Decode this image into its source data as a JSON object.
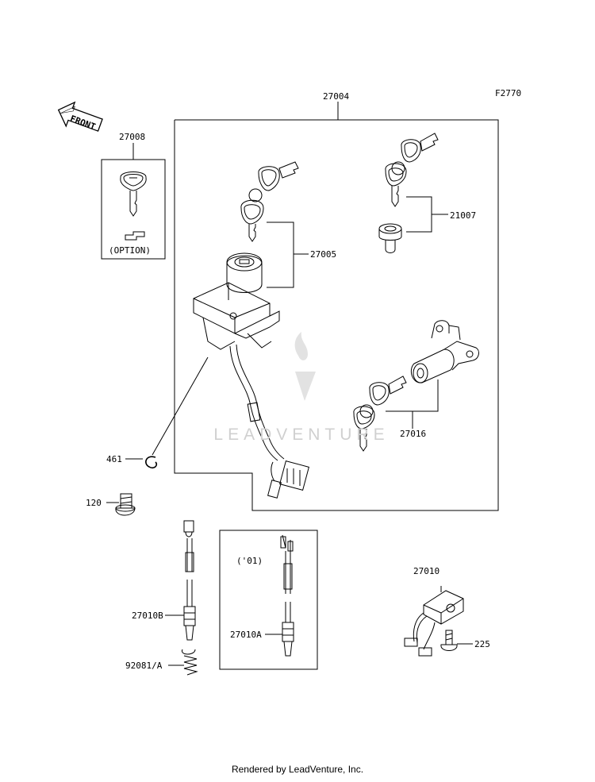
{
  "diagram": {
    "figure_code": "F2770",
    "front_arrow_label": "FRONT",
    "option_label": "(OPTION)",
    "year_label": "('01)",
    "parts": {
      "p27004": "27004",
      "p27008": "27008",
      "p27005": "27005",
      "p21007": "21007",
      "p27016": "27016",
      "p461": "461",
      "p120": "120",
      "p27010": "27010",
      "p27010B": "27010B",
      "p27010A": "27010A",
      "p92081A": "92081/A",
      "p225": "225"
    }
  },
  "watermark": {
    "brand": "LEADVENTURE"
  },
  "footer": {
    "credit": "Rendered by LeadVenture, Inc."
  }
}
